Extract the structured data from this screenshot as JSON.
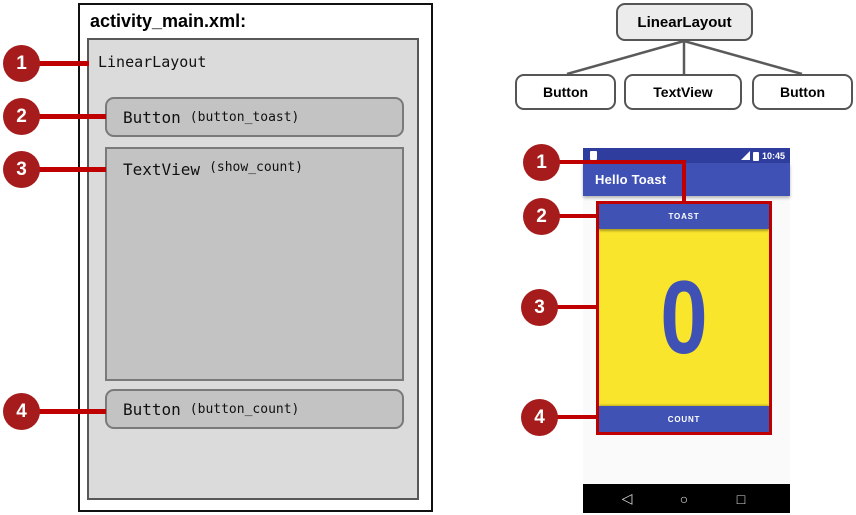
{
  "left_panel": {
    "title": "activity_main.xml:",
    "root_label": "LinearLayout",
    "items": [
      {
        "type": "Button",
        "id": "(button_toast)"
      },
      {
        "type": "TextView",
        "id": "(show_count)"
      },
      {
        "type": "Button",
        "id": "(button_count)"
      }
    ]
  },
  "tree": {
    "root": "LinearLayout",
    "children": [
      {
        "label": "Button"
      },
      {
        "label": "TextView"
      },
      {
        "label": "Button"
      }
    ]
  },
  "callouts": {
    "one": "1",
    "two": "2",
    "three": "3",
    "four": "4"
  },
  "phone": {
    "status_bar": {
      "time": "10:45"
    },
    "app_bar": {
      "title": "Hello Toast"
    },
    "screen": {
      "toast_button": "TOAST",
      "count_display": "0",
      "count_button": "COUNT"
    },
    "nav": {
      "back": "◁",
      "home": "○",
      "recents": "□"
    }
  },
  "colors": {
    "callout_circle": "#a61c1c",
    "callout_line": "#c00000",
    "content_border": "#cc0000",
    "status_bar": "#2f3e9e",
    "app_bar": "#3f51b5",
    "button_blue": "#4053b4",
    "display_yellow": "#fae52d",
    "count_digit_blue": "#3f51b5"
  }
}
